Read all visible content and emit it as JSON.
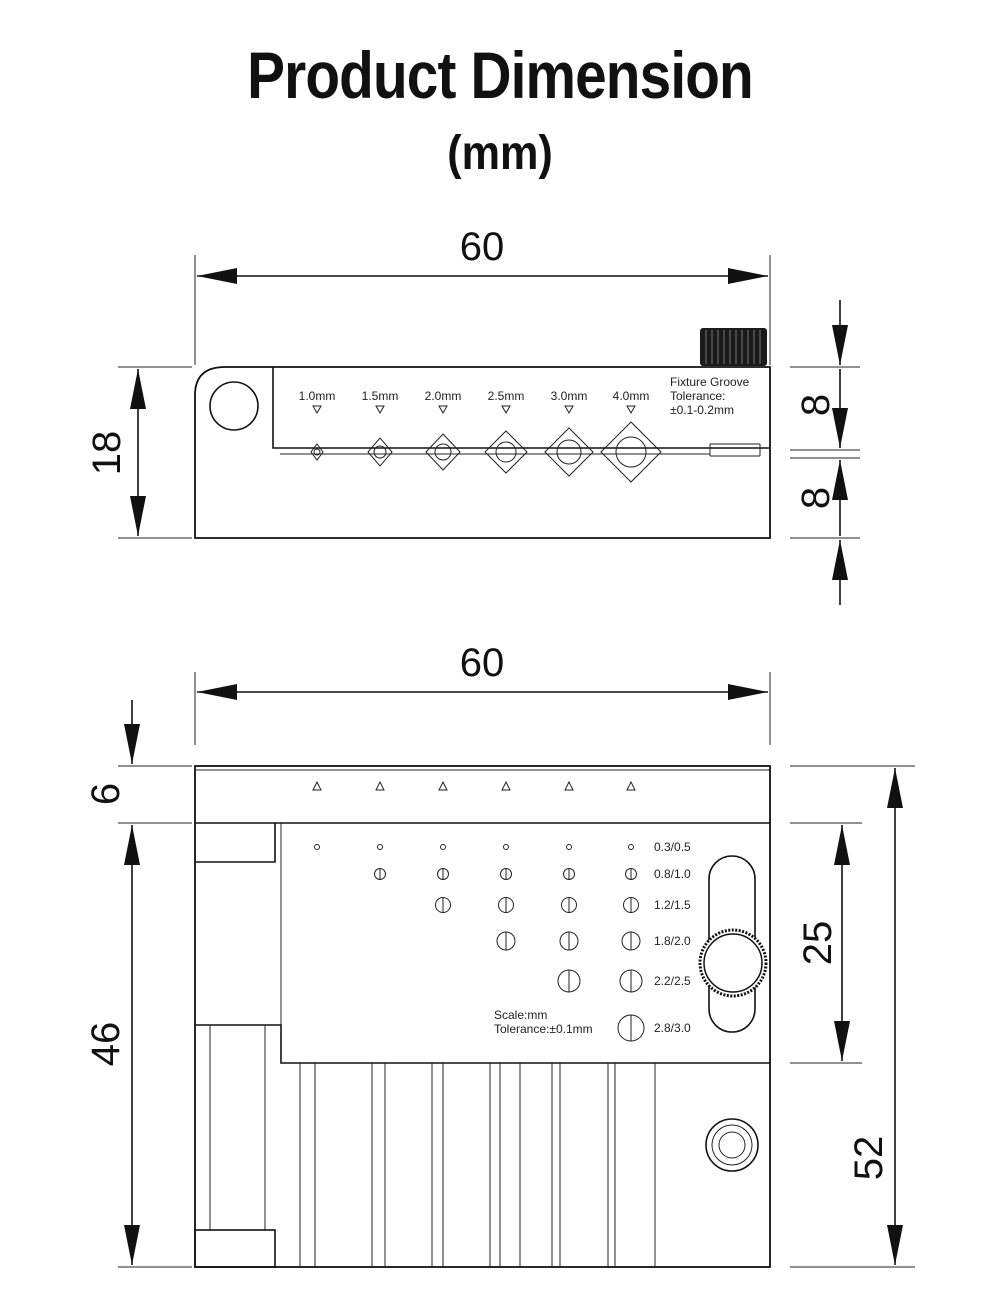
{
  "title": "Product Dimension",
  "subtitle": "(mm)",
  "top_view": {
    "width_label": "60",
    "height_label": "18",
    "right_top_label": "8",
    "right_bottom_label": "8",
    "groove_labels": [
      "1.0mm",
      "1.5mm",
      "2.0mm",
      "2.5mm",
      "3.0mm",
      "4.0mm"
    ],
    "note_lines": [
      "Fixture Groove",
      "Tolerance:",
      "±0.1-0.2mm"
    ]
  },
  "front_view": {
    "width_label": "60",
    "top_label": "6",
    "left_label": "46",
    "right_inner_label": "25",
    "right_outer_label": "52",
    "hole_sizes": [
      "0.3/0.5",
      "0.8/1.0",
      "1.2/1.5",
      "1.8/2.0",
      "2.2/2.5",
      "2.8/3.0"
    ],
    "scale_text": "Scale:mm",
    "tolerance_text": "Tolerance:±0.1mm"
  }
}
